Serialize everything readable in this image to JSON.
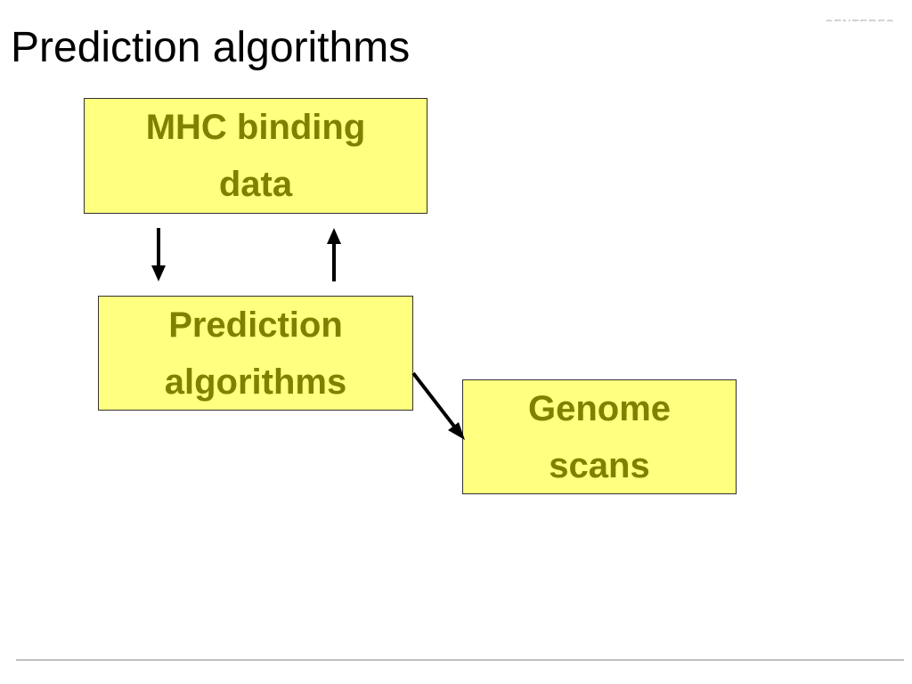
{
  "header": {
    "title": "Prediction algorithms",
    "logo_text": "CENTERFO"
  },
  "diagram": {
    "nodes": [
      {
        "id": "mhc",
        "label": "MHC binding\ndata"
      },
      {
        "id": "pred",
        "label": "Prediction\nalgorithms"
      },
      {
        "id": "genome",
        "label": "Genome\nscans"
      }
    ],
    "edges": [
      {
        "from": "mhc",
        "to": "pred"
      },
      {
        "from": "pred",
        "to": "mhc"
      },
      {
        "from": "pred",
        "to": "genome"
      }
    ],
    "colors": {
      "box_fill": "#ffff80",
      "box_border": "#333333",
      "label_text": "#808000",
      "arrow": "#000000"
    }
  }
}
